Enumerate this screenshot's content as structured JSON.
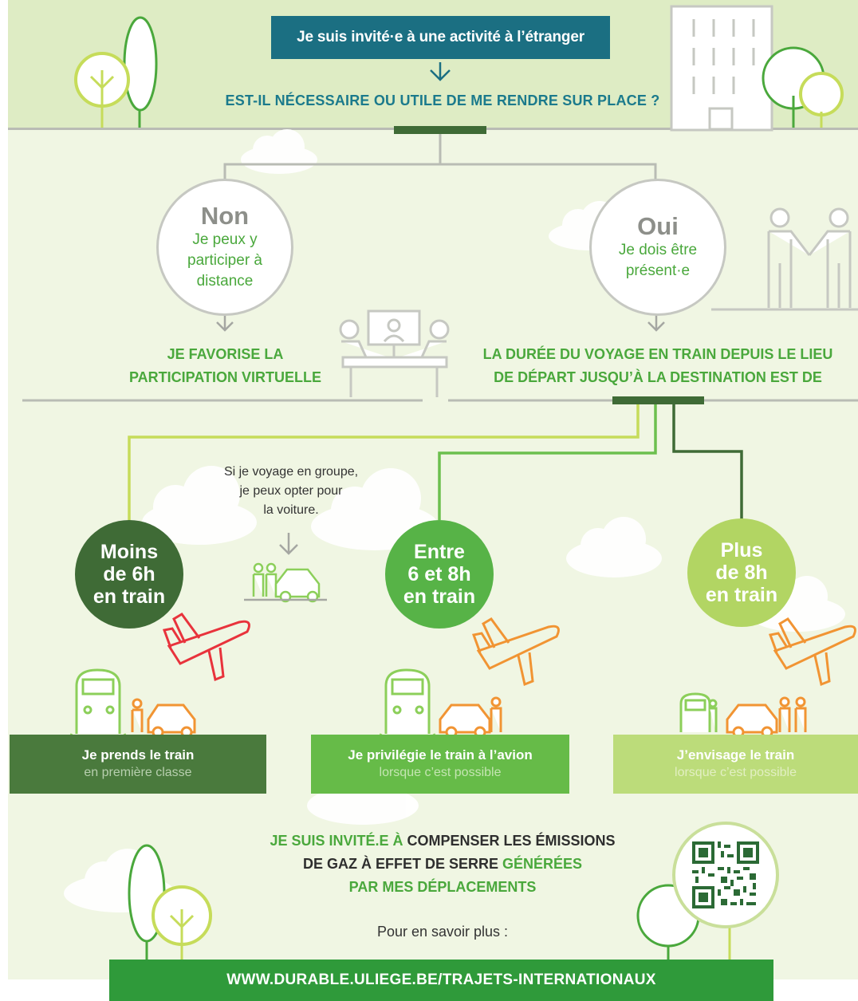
{
  "header": {
    "title": "Je suis invité·e à une activité à l’étranger",
    "question": "EST-IL NÉCESSAIRE OU UTILE DE ME RENDRE SUR PLACE ?"
  },
  "branches": {
    "no": {
      "answer": "Non",
      "detail_lines": [
        "Je peux y",
        "participer à",
        "distance"
      ],
      "result_lines": [
        "JE FAVORISE LA",
        "PARTICIPATION VIRTUELLE"
      ]
    },
    "yes": {
      "answer": "Oui",
      "detail_lines": [
        "Je dois être",
        "présent·e"
      ],
      "result_lines": [
        "LA DURÉE DU VOYAGE EN TRAIN DEPUIS LE LIEU",
        "DE DÉPART JUSQU’À LA DESTINATION EST DE"
      ]
    }
  },
  "group_note_lines": [
    "Si je voyage en groupe,",
    "je peux opter pour",
    "la voiture."
  ],
  "durations": [
    {
      "lines": [
        "Moins",
        "de 6h",
        "en train"
      ],
      "color": "#3f6b36",
      "card_title": "Je prends le train",
      "card_sub": "en première classe",
      "card_color": "#4a7a3d",
      "plane_color": "#e8333c"
    },
    {
      "lines": [
        "Entre",
        "6 et 8h",
        "en train"
      ],
      "color": "#57b347",
      "card_title": "Je privilégie le train à l’avion",
      "card_sub": "lorsque c’est possible",
      "card_color": "#66bb48",
      "plane_color": "#f19433"
    },
    {
      "lines": [
        "Plus",
        "de 8h",
        "en train"
      ],
      "color": "#b2d563",
      "card_title": "J’envisage le train",
      "card_sub": "lorsque c’est possible",
      "card_color": "#bcdc7a",
      "plane_color": "#f19433"
    }
  ],
  "compensation": {
    "line1_green": "JE SUIS INVITÉ.E À ",
    "line1_dark": "COMPENSER LES ÉMISSIONS",
    "line2_dark": "DE GAZ À EFFET DE SERRE ",
    "line2_green": "GÉNÉRÉES",
    "line3_green": "PAR MES DÉPLACEMENTS"
  },
  "more_info": "Pour en savoir plus :",
  "url": "WWW.DURABLE.ULIEGE.BE/TRAJETS-INTERNATIONAUX",
  "colors": {
    "teal": "#1b6f82",
    "green": "#4aa83c",
    "dark_green": "#3f6b36",
    "light_green": "#b2d563",
    "grey": "#c6c8c2",
    "orange": "#f19433",
    "red": "#e8333c"
  }
}
